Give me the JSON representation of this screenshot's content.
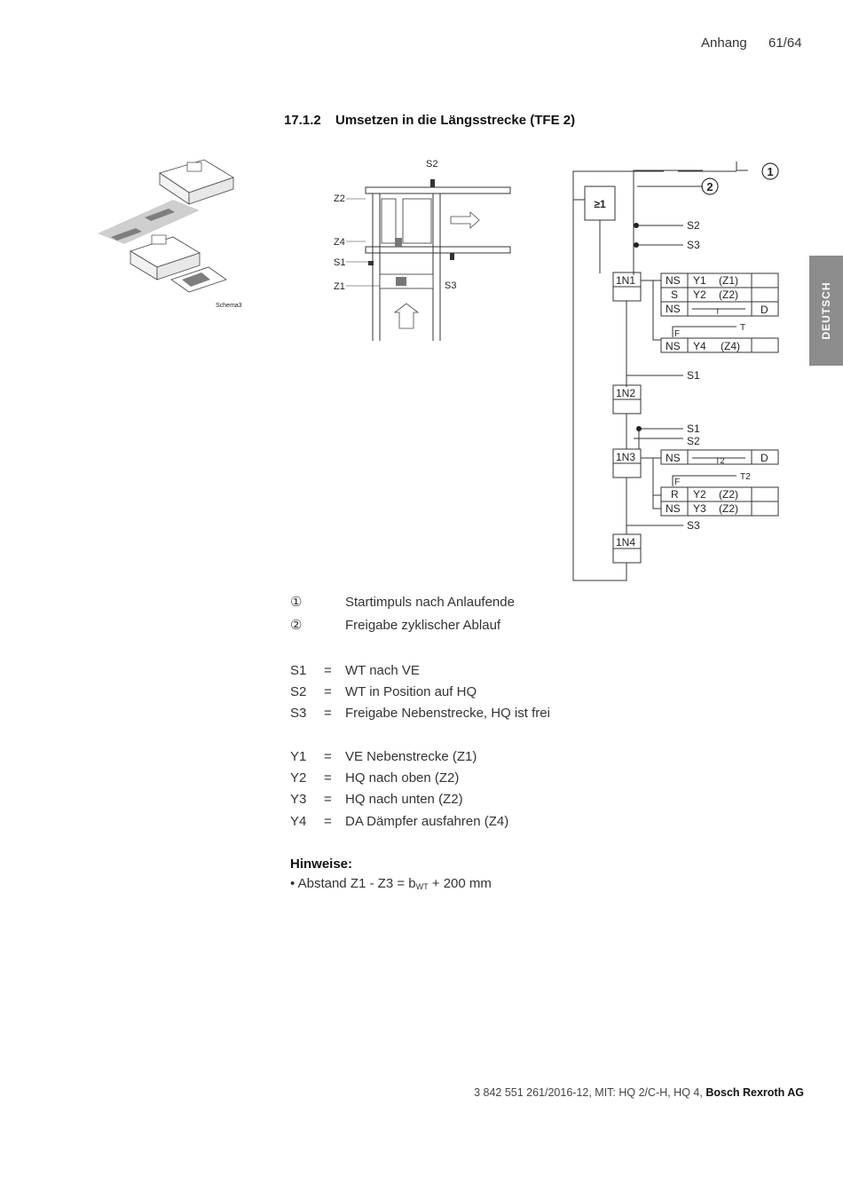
{
  "header": {
    "section": "Anhang",
    "page": "61/64"
  },
  "heading": {
    "number": "17.1.2",
    "title": "Umsetzen in die Längsstrecke (TFE 2)"
  },
  "side_tab": "DEUTSCH",
  "schema_caption": "Schema3",
  "layout_labels": {
    "s2": "S2",
    "z2": "Z2",
    "z4": "Z4",
    "s1": "S1",
    "z1": "Z1",
    "s3": "S3"
  },
  "diagram": {
    "marker1": "1",
    "marker2": "2",
    "or_gate": "≥1",
    "steps": [
      "1N1",
      "1N2",
      "1N3",
      "1N4"
    ],
    "transitions": {
      "t_s2": "S2",
      "t_s3": "S3",
      "t_s1a": "S1",
      "t_s1b": "S1",
      "t_s2b": "S2",
      "t_s3b": "S3"
    },
    "step1_actions": [
      {
        "q": "NS",
        "a": "Y1",
        "z": "(Z1)"
      },
      {
        "q": "S",
        "a": "Y2",
        "z": "(Z2)"
      },
      {
        "q": "NS",
        "a": "T",
        "d": "D"
      }
    ],
    "step1_f": "F",
    "step1_t": "T",
    "step1_extra": {
      "q": "NS",
      "a": "Y4",
      "z": "(Z4)"
    },
    "step3_actions": [
      {
        "q": "NS",
        "a": "T2",
        "d": "D"
      }
    ],
    "step3_f": "F",
    "step3_t": "T2",
    "step3_extra": [
      {
        "q": "R",
        "a": "Y2",
        "z": "(Z2)"
      },
      {
        "q": "NS",
        "a": "Y3",
        "z": "(Z2)"
      }
    ]
  },
  "legend": [
    {
      "key": "①",
      "value": "Startimpuls nach Anlaufende"
    },
    {
      "key": "②",
      "value": "Freigabe zyklischer Ablauf"
    }
  ],
  "sensors": [
    {
      "key": "S1",
      "eq": "=",
      "value": "WT nach VE"
    },
    {
      "key": "S2",
      "eq": "=",
      "value": "WT in Position auf HQ"
    },
    {
      "key": "S3",
      "eq": "=",
      "value": "Freigabe Nebenstrecke, HQ ist frei"
    }
  ],
  "actuators": [
    {
      "key": "Y1",
      "eq": "=",
      "value": "VE Nebenstrecke (Z1)"
    },
    {
      "key": "Y2",
      "eq": "=",
      "value": "HQ nach oben (Z2)"
    },
    {
      "key": "Y3",
      "eq": "=",
      "value": "HQ nach unten (Z2)"
    },
    {
      "key": "Y4",
      "eq": "=",
      "value": "DA Dämpfer ausfahren (Z4)"
    }
  ],
  "notes": {
    "title": "Hinweise:",
    "bullet": "•",
    "prefix": "Abstand Z1 - Z3 = b",
    "sub": "WT",
    "suffix": "+ 200 mm"
  },
  "footer": {
    "text": "3 842 551 261/2016-12, MIT: HQ 2/C-H, HQ 4,",
    "company": "Bosch Rexroth AG"
  }
}
